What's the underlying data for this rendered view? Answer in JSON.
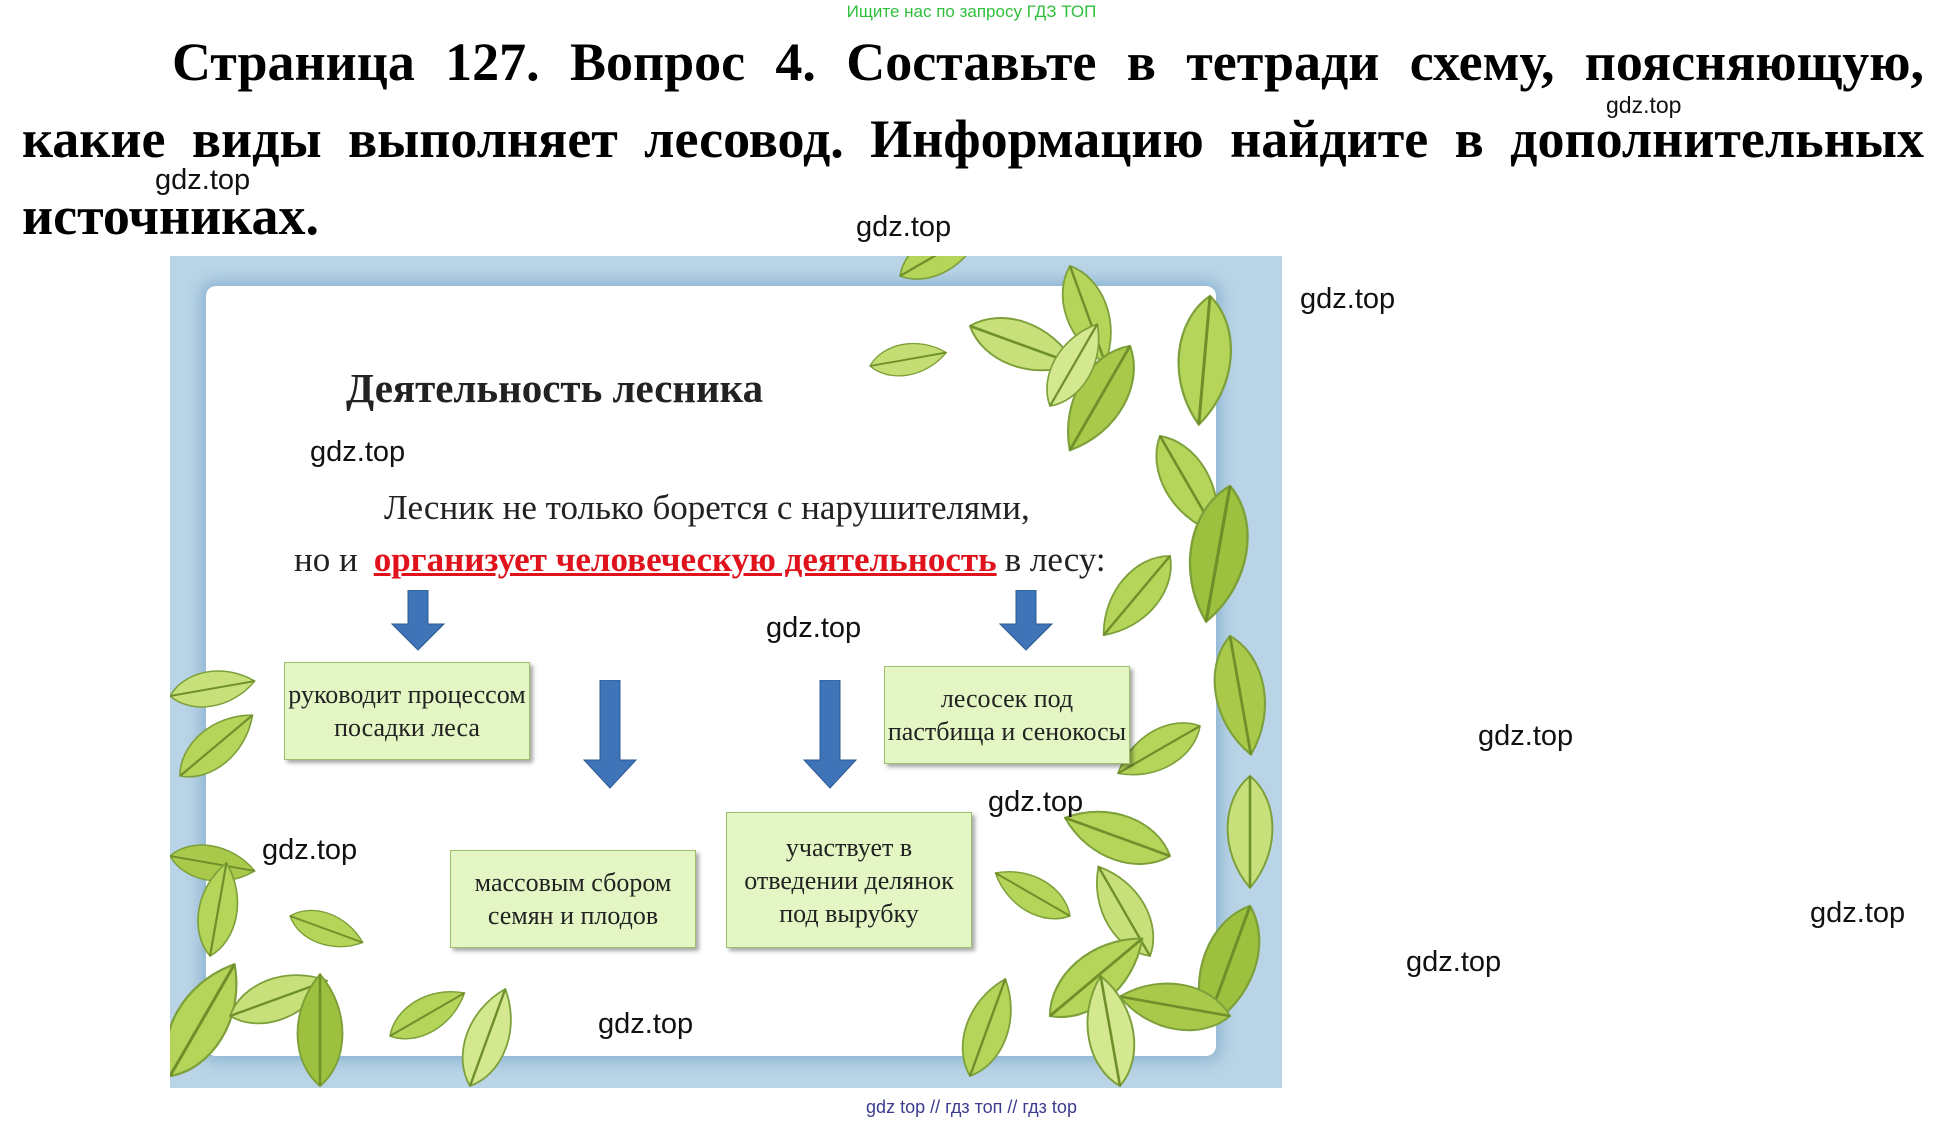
{
  "top_link": "Ищите нас по запросу ГДЗ ТОП",
  "question": "Страница 127. Вопрос 4. Составьте в тетради схему, поясняющую, какие виды выполняет лесовод. Информацию найдите в дополнительных источниках.",
  "watermark": "gdz.top",
  "slide": {
    "title": "Деятельность лесника",
    "line1": "Лесник не только борется с нарушителями,",
    "line2_prefix": "но и",
    "line2_highlight": "организует человеческую деятельность",
    "line2_suffix": "в лесу:",
    "boxes": [
      "руководит процессом посадки леса",
      "массовым сбором семян и плодов",
      "участвует в отведении делянок под вырубку",
      "лесосек под пастбища и сенокосы"
    ]
  },
  "bottom_links": "gdz top  //  гдз топ  //  гдз top",
  "colors": {
    "highlight": "#e0121b",
    "box_fill": "#e4f6c4",
    "arrow": "#3f74b9",
    "top_link": "#2fbf3a"
  }
}
